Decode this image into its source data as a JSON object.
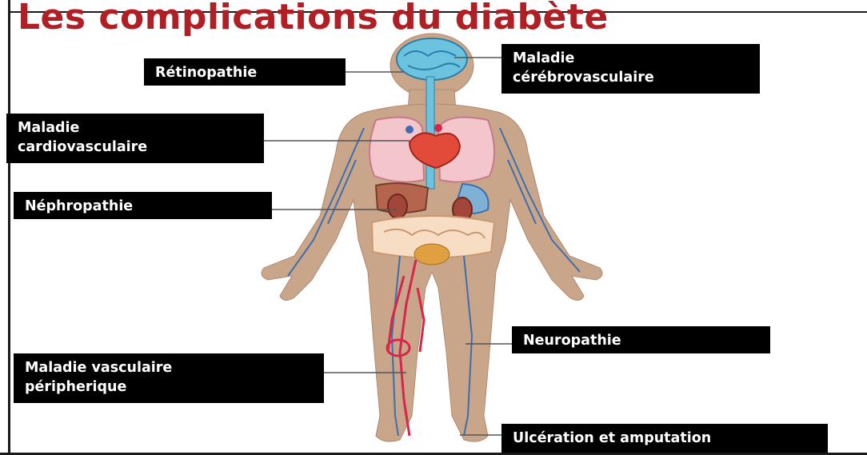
{
  "title": "Les complications du diabète",
  "labels": {
    "retinopathie": [
      "Rétinopathie"
    ],
    "cerebro": [
      "Maladie",
      "cérébrovasculaire"
    ],
    "cardio": [
      "Maladie",
      "cardiovasculaire"
    ],
    "nephro": [
      "Néphropathie"
    ],
    "neuro": [
      "Neuropathie"
    ],
    "vasculaire": [
      "Maladie vasculaire",
      "péripherique"
    ],
    "ulceration": [
      "Ulcération et amputation"
    ]
  },
  "colors": {
    "title": "#b11f24",
    "label_bg": "#000000",
    "label_text": "#ffffff",
    "skin": "#c9a58a",
    "veins": "#3d6fae",
    "arteries": "#d8264b"
  }
}
